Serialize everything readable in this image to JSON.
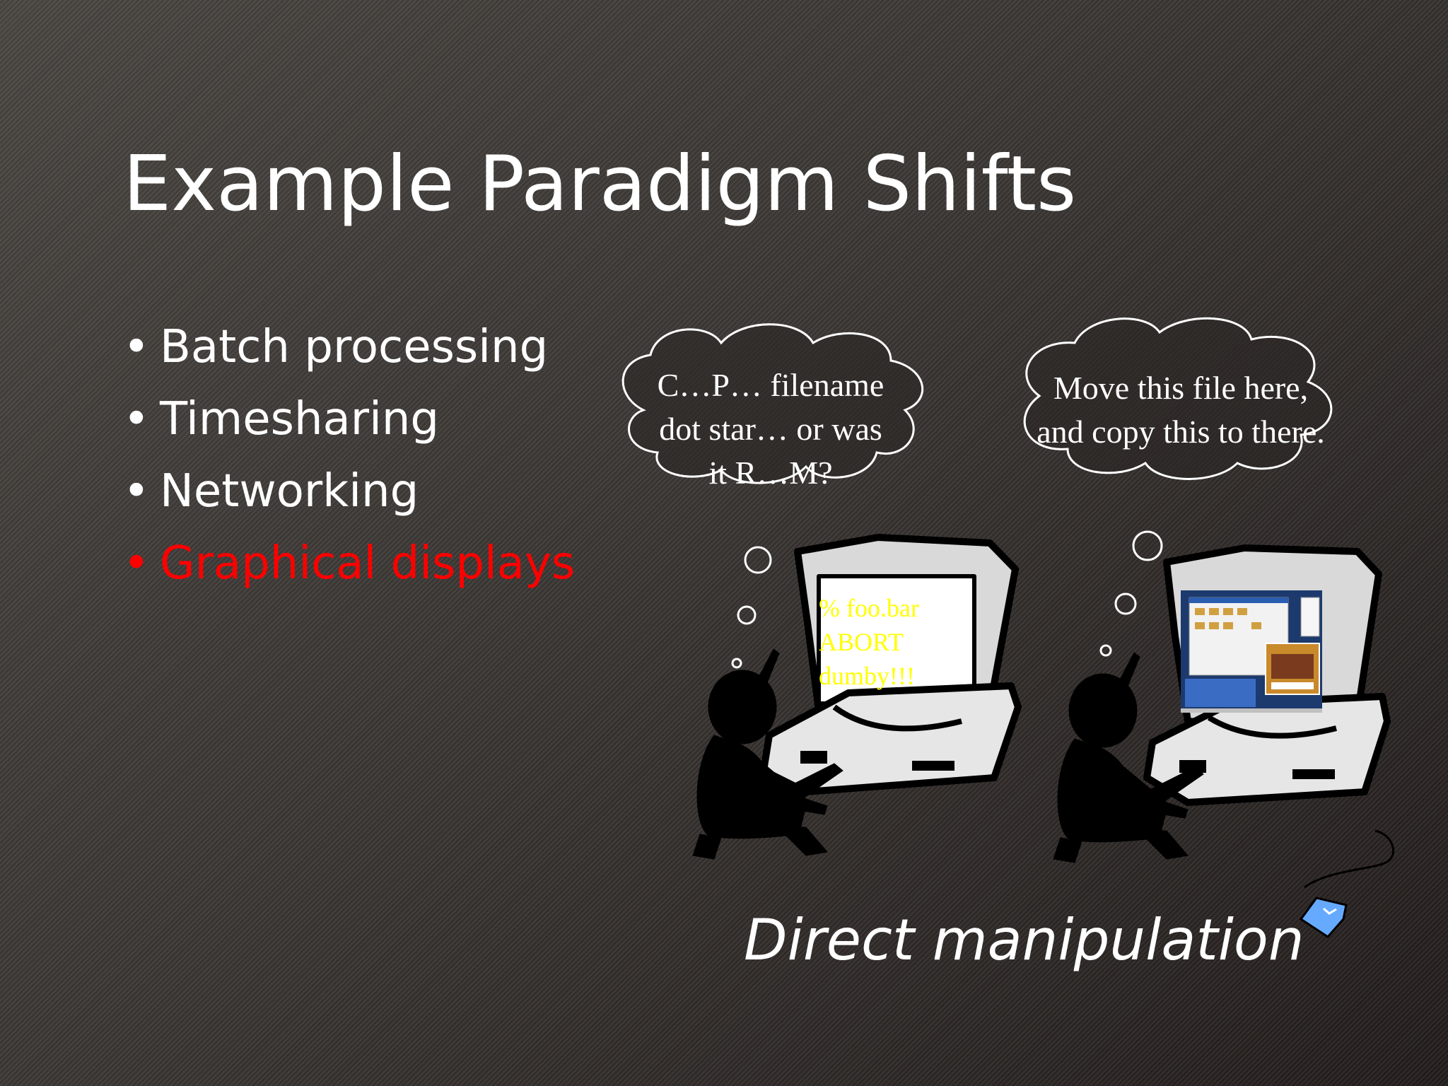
{
  "slide": {
    "title": "Example Paradigm Shifts",
    "bullets": [
      {
        "text": "Batch processing"
      },
      {
        "text": "Timesharing"
      },
      {
        "text": "Networking"
      },
      {
        "text": "Graphical displays",
        "highlight_color": "#ff0000"
      }
    ],
    "bullet_symbol": "•"
  },
  "illustration": {
    "left_thought": [
      "C…P… filename",
      "dot star… or was",
      "it R…M?"
    ],
    "right_thought": [
      "Move this file here,",
      "and copy this to there."
    ],
    "left_screen": [
      "% foo.bar",
      "ABORT",
      "dumby!!!"
    ],
    "caption": "Direct manipulation"
  },
  "colors": {
    "text": "#ffffff",
    "highlight": "#ff0000",
    "terminal_text": "#ffff00",
    "computer_body": "#e0e0e0",
    "file_icon": "#66aaff"
  }
}
